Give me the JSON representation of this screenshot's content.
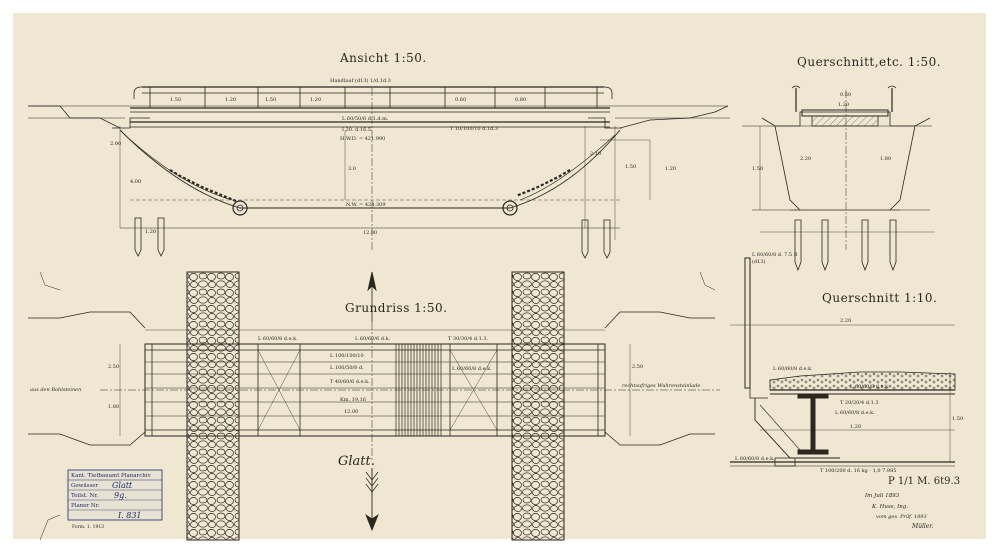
{
  "colors": {
    "paper": "#efe7d1",
    "ink": "#2b2620",
    "stamp_ink": "#1d2a66"
  },
  "titles": {
    "ansicht": "Ansicht 1:50.",
    "querschnitt_50": "Querschnitt,etc. 1:50.",
    "grundriss": "Grundriss 1:50.",
    "querschnitt_10": "Querschnitt 1:10."
  },
  "river_name": "Glatt.",
  "elevation_labels": {
    "handrail": "Handlauf (d13) 1/d.1d.3",
    "top": "L 60/50/6 d.1.d.m.",
    "beam": "I 20. d.16.5.",
    "lower": "T 10/100/10 d.1d.3",
    "water": "H.W.D. = 421.990",
    "bottom": "N.W. = 424.309"
  },
  "plan_labels": {
    "left_note": "aus den Bohlsteinen",
    "right_note": "rechtsufriges Wuhrensteinlade",
    "c1": "L 60/60/8 d.e.k.",
    "c2": "L 60/60/6 d.k.",
    "c3": "T 30/30/4 d.1.3.",
    "c4": "L 100/100/10",
    "c5": "L 100/50/8 d.",
    "c6": "L 60/60/8 d.e.k.",
    "c7": "T 40/60/6 d.e.k.",
    "c8": "Km. 19.16"
  },
  "section_labels": {
    "q10_a": "L 60/60/8 d. 7.5 B",
    "q10_b": "(d13)",
    "q10_c": "L 60/60/8 d.e.k.",
    "q10_d": "L 60/60/8 d.e.k.",
    "q10_e": "T 20/20/4 d.1.3",
    "q10_f": "T 100/200 d. 16 kg · 1,0 7.985",
    "q10_g": "L 60/60/8 d.e.k.",
    "q10_h": "L 60/60/8 d.e.k."
  },
  "dimensions": {
    "span_total": "12.00",
    "plan_total": "12.00",
    "d1": "1.50",
    "d2": "1.20",
    "d3": "1.50",
    "d4": "1.20",
    "d5": "0.60",
    "d6": "0.80",
    "d7": "0.50",
    "d8": "1.20",
    "d9": "2.00",
    "d10": "3.0",
    "d11": "1.50",
    "d12": "2.10",
    "d13": "4.00",
    "d14": "1.20",
    "q1": "0.50",
    "q2": "1.20",
    "q3": "1.50",
    "q4": "2.20",
    "q5": "1.80",
    "q10_w": "2.20",
    "q10_h": "1.50",
    "q10_bot": "1.20",
    "plan_w1": "2.50",
    "plan_w2": "2.50",
    "plan_h": "1.80"
  },
  "stamp": {
    "office": "Kant. Tiefbauamt",
    "plan": "Planarchiv",
    "river_label": "Gewässer",
    "river": "Glatt",
    "part_label": "Teilst. Nr.",
    "part": "9g.",
    "plan_label": "Planer Nr.",
    "plan_nr": "I. 831"
  },
  "archive_number": "P 1/1 M. 6t9.3",
  "archive_small": "Form. 1. 1913",
  "signature": {
    "date": "Im Juli 1893",
    "engineer": "K. Huss, Ing.",
    "approved": "vom ges. Prüf. 1893",
    "name": "Müller."
  }
}
